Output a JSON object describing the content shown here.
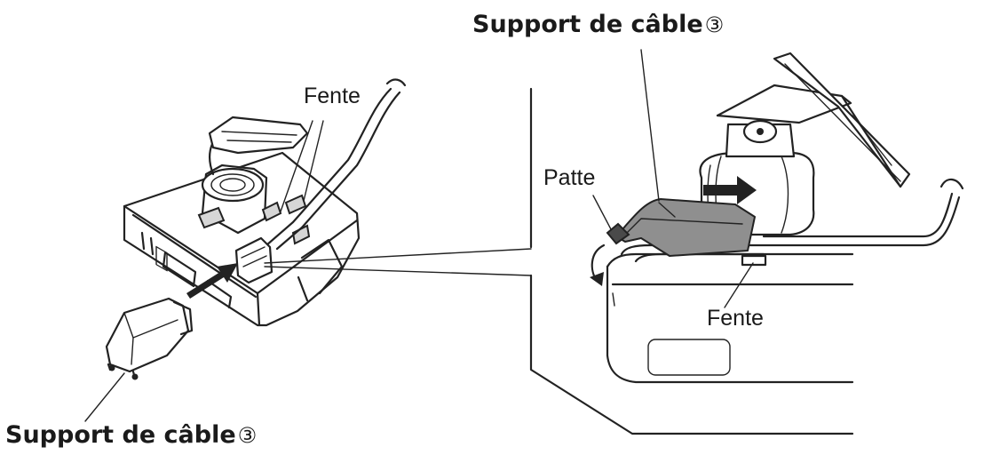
{
  "labels": {
    "cable_holder_top": {
      "text": "Support de câble",
      "num": "③"
    },
    "cable_holder_bottom": {
      "text": "Support de câble",
      "num": "③"
    },
    "slot_left": "Fente",
    "slot_right": "Fente",
    "tab": "Patte"
  },
  "colors": {
    "line": "#222222",
    "holder_fill": "#8f8f8f",
    "background": "#ffffff"
  },
  "icons": [
    "insert-arrow-icon",
    "slide-arrow-icon",
    "rotate-arrow-icon"
  ]
}
